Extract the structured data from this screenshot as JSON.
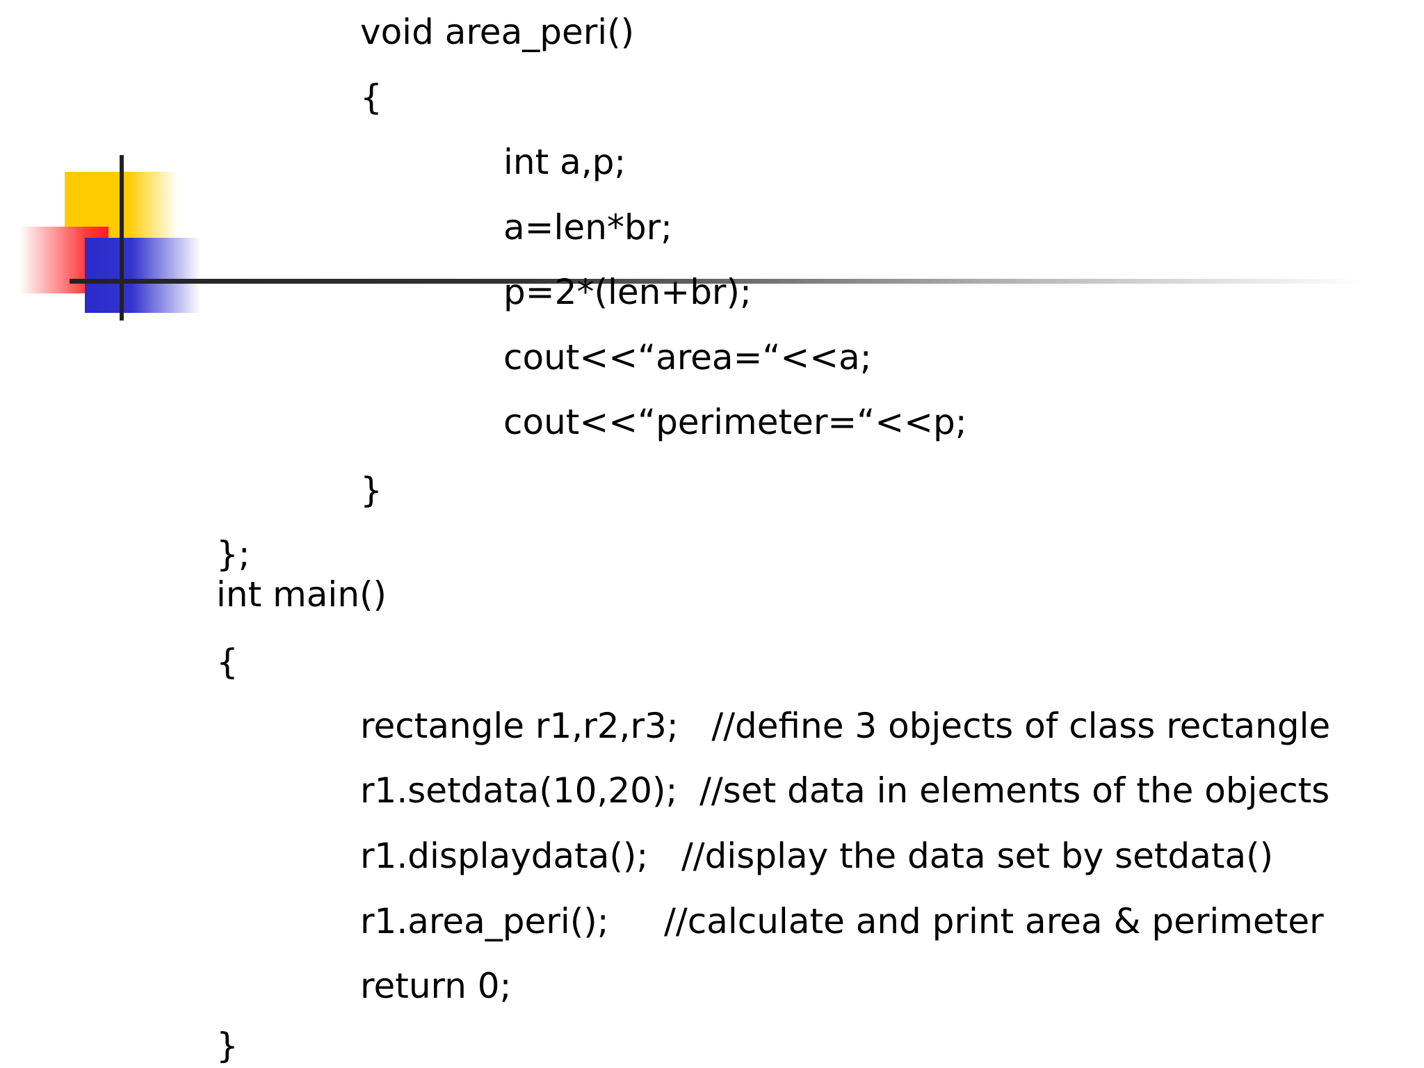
{
  "code": {
    "lines": [
      "void area_peri()",
      "{",
      "int a,p;",
      "a=len*br;",
      "p=2*(len+br);",
      "cout<<“area=“<<a;",
      "cout<<“perimeter=“<<p;",
      "}",
      "};",
      "int main()",
      "{",
      "rectangle r1,r2,r3;   //define 3 objects of class rectangle",
      "r1.setdata(10,20);  //set data in elements of the objects",
      "r1.displaydata();   //display the data set by setdata()",
      "r1.area_peri();     //calculate and print area & perimeter",
      "return 0;",
      "}"
    ]
  },
  "colors": {
    "logo_yellow": "#ffcc00",
    "logo_red": "#ff1f1f",
    "logo_blue": "#2b2bcc",
    "rule": "#222222"
  }
}
